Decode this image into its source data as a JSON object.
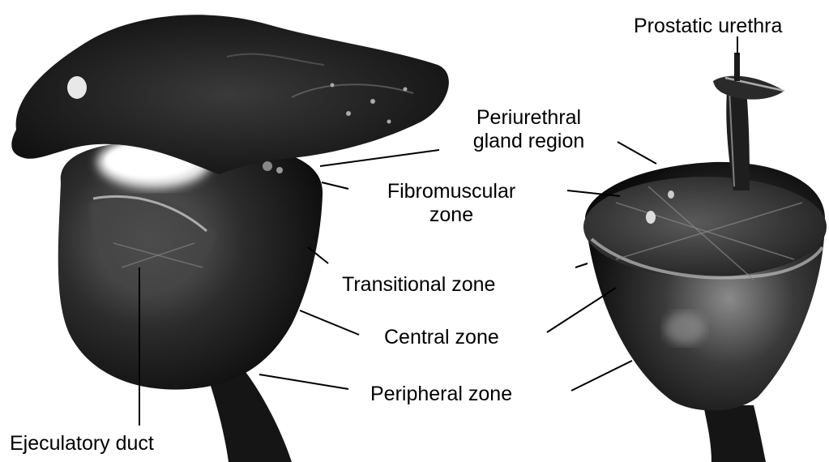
{
  "labels": {
    "prostatic_urethra": "Prostatic urethra",
    "periurethral_line1": "Periurethral",
    "periurethral_line2": "gland region",
    "fibromuscular_line1": "Fibromuscular",
    "fibromuscular_line2": "zone",
    "transitional": "Transitional zone",
    "central": "Central zone",
    "peripheral": "Peripheral zone",
    "ejaculatory": "Ejeculatory duct"
  },
  "colors": {
    "tissue_dark": "#111111",
    "tissue_mid": "#3a3a3a",
    "tissue_light": "#9a9a9a",
    "highlight": "#f2f2f2",
    "leader_line": "#000000"
  }
}
